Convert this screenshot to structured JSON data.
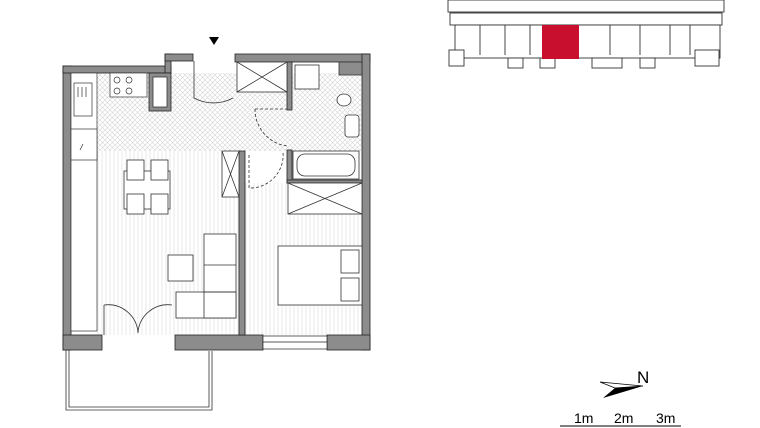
{
  "compass": {
    "north_label": "N"
  },
  "scale_bar": {
    "labels": [
      "1m",
      "2m",
      "3m"
    ]
  },
  "key_plan": {
    "highlight_color": "#c8102e"
  },
  "colors": {
    "wall": "#8c8c8c",
    "outline": "#222222",
    "hatch": "#d8d8d8"
  }
}
